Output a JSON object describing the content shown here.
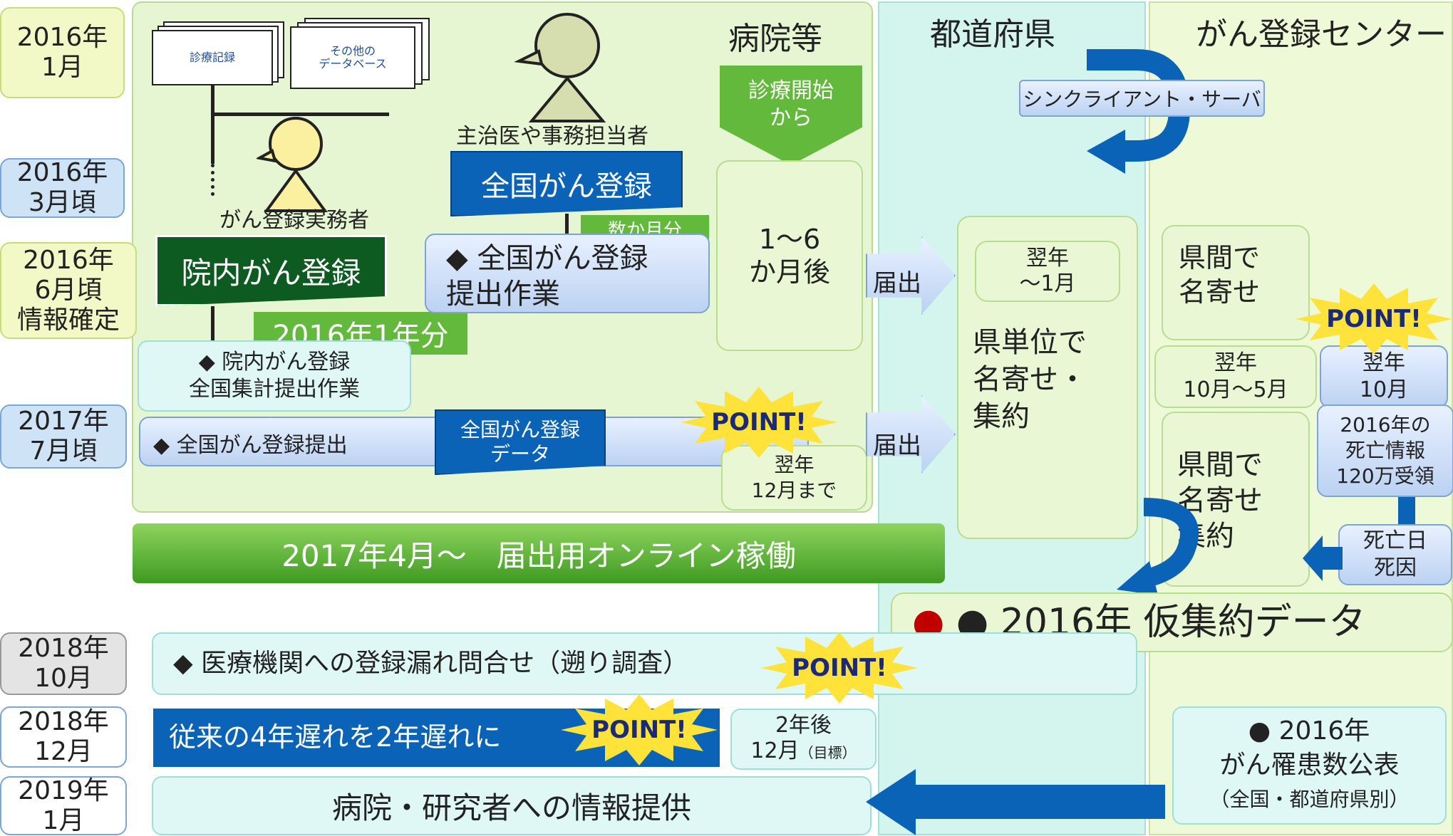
{
  "columns": {
    "hospital": "病院等",
    "prefecture": "都道府県",
    "center": "がん登録センター"
  },
  "timeline": [
    {
      "text": "2016年\n1月"
    },
    {
      "text": "2016年\n3月頃"
    },
    {
      "text": "2016年\n6月頃\n情報確定"
    },
    {
      "text": "2017年\n7月頃"
    },
    {
      "text": "2018年\n10月"
    },
    {
      "text": "2018年\n12月"
    },
    {
      "text": "2019年\n1月"
    }
  ],
  "hospital": {
    "doc_records": "診療記録",
    "doc_other": "その他の\nデータベース",
    "staff_label": "がん登録実務者",
    "doctor_label": "主治医や事務担当者",
    "national_registry": "全国がん登録",
    "in_hospital_registry": "院内がん登録",
    "year_badge": "2016年1年分",
    "months_badge": "数か月分",
    "submit_work": "◆ 全国がん登録\n提出作業",
    "aggregate_work": "◆ 院内がん登録\n全国集計提出作業",
    "national_submit": "◆ 全国がん登録提出",
    "national_data": "全国がん登録\nデータ",
    "start_arrow": "診療開始\nから",
    "after_months": "1〜6\nか月後",
    "deadline": "翌年\n12月まで"
  },
  "notify_1": "届出",
  "notify_2": "届出",
  "prefecture": {
    "next_year": "翌年\n〜1月",
    "aggregate": "県単位で\n名寄せ・\n集約"
  },
  "center": {
    "client_server": "シンクライアント・サーバ",
    "inter_pref_1": "県間で\n名寄せ",
    "next_year_oct_may": "翌年\n10月〜5月",
    "next_year_oct": "翌年\n10月",
    "death_info": "2016年の\n死亡情報\n120万受領",
    "inter_pref_2": "県間で\n名寄せ\n集約",
    "death_fields": "死亡日\n死因"
  },
  "points": [
    "POINT!",
    "POINT!",
    "POINT!",
    "POINT!"
  ],
  "online_bar": "2017年4月〜　届出用オンライン稼働",
  "provisional": "● 2016年 仮集約データ",
  "inquiry": "◆ 医療機関への登録漏れ問合せ（遡り調査）",
  "delay_reduction": "従来の4年遅れを2年遅れに",
  "two_years_later": "2年後",
  "two_years_later_sub": "12月",
  "target_note": "（目標）",
  "publication": {
    "line1": "● 2016年",
    "line2": "がん罹患数公表",
    "line3": "（全国・都道府県別）"
  },
  "provision": "病院・研究者への情報提供",
  "colors": {
    "dark_blue": "#0b63b8",
    "dark_green": "#0e5b22",
    "mid_green": "#63b93c",
    "point_yellow": "#ffe23a",
    "red_dot": "#c00000"
  }
}
